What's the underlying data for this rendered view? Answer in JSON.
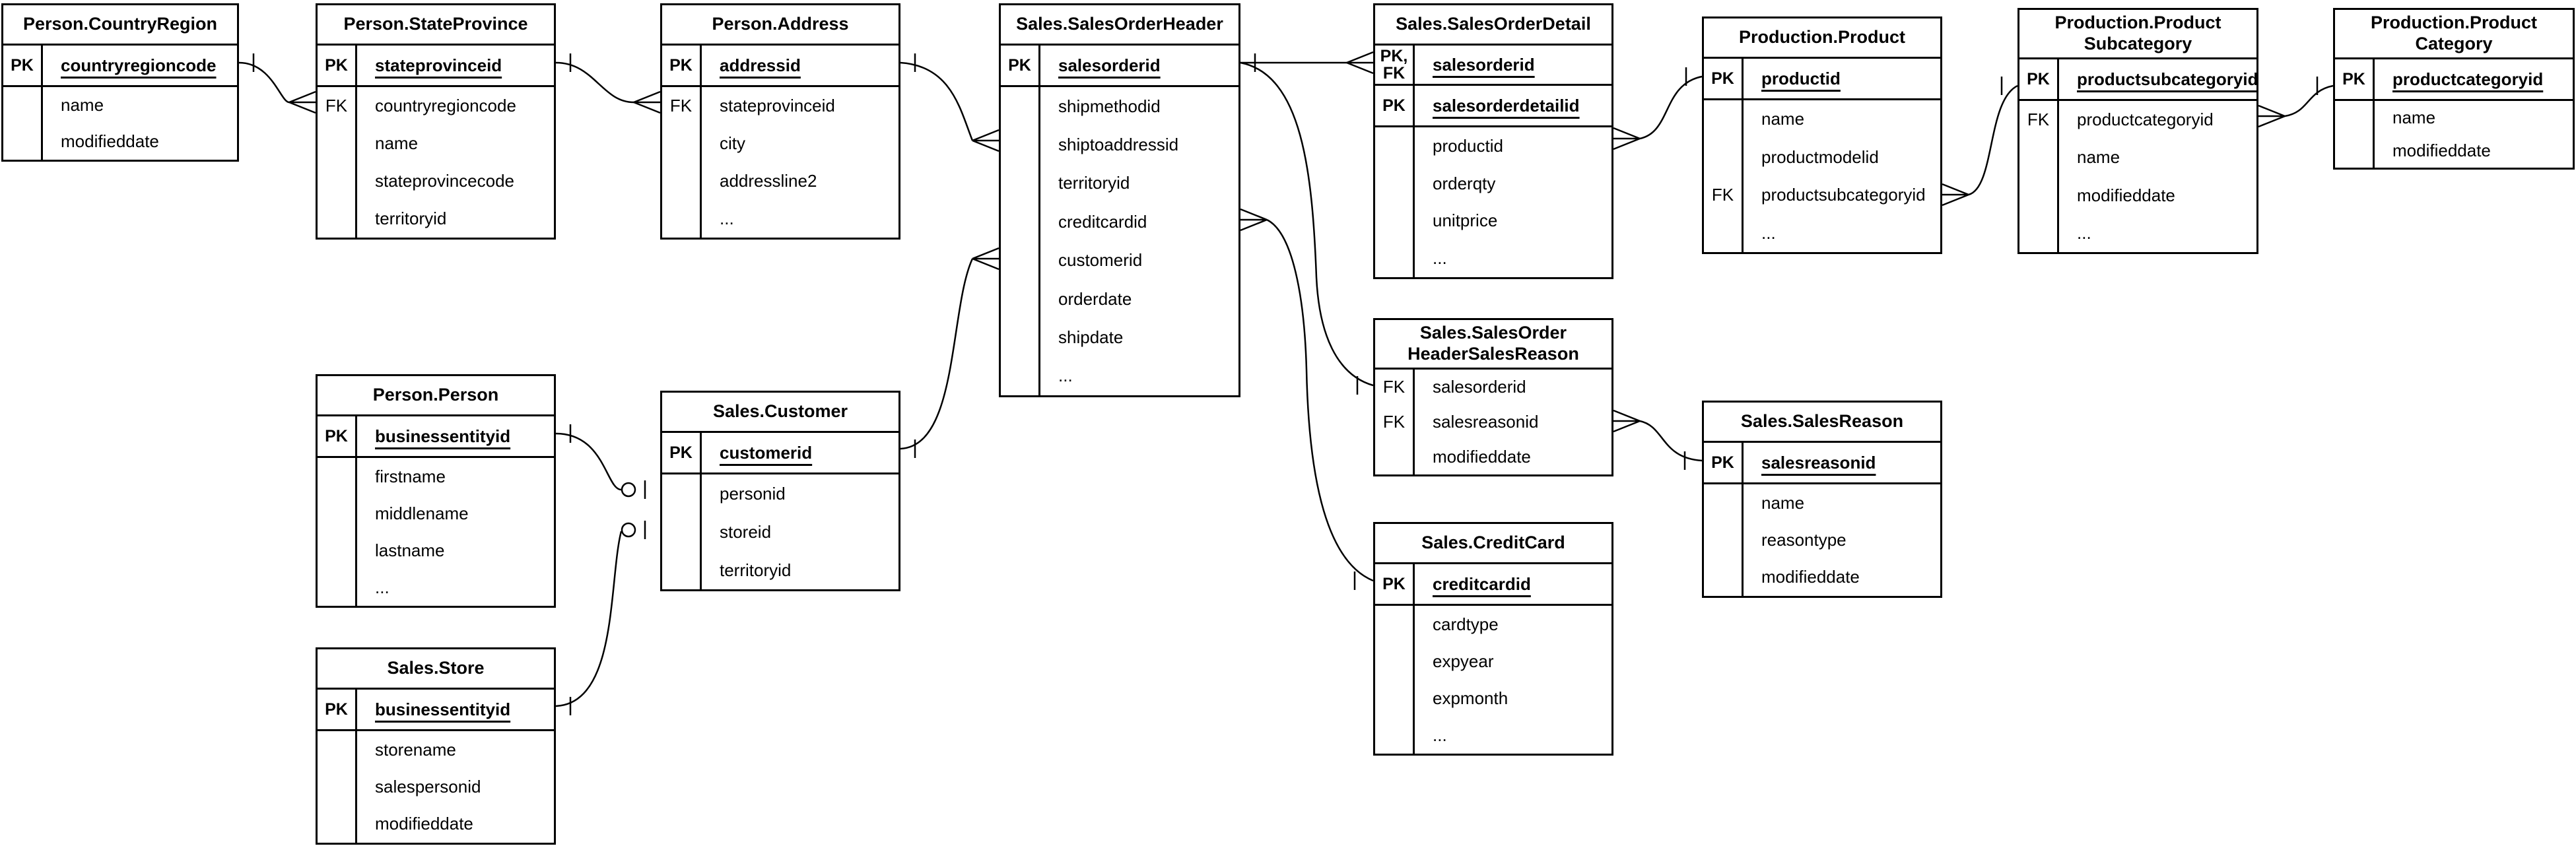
{
  "diagram": {
    "notation": "crow's foot ERD",
    "background_color": "#ffffff",
    "line_color": "#000000",
    "tables": [
      {
        "id": "countryregion",
        "title": "Person.CountryRegion",
        "key_rows": [
          {
            "key": "PK",
            "label": "countryregioncode"
          }
        ],
        "body_rows": [
          {
            "key": "",
            "label": "name"
          },
          {
            "key": "",
            "label": "modifieddate"
          }
        ]
      },
      {
        "id": "stateprovince",
        "title": "Person.StateProvince",
        "key_rows": [
          {
            "key": "PK",
            "label": "stateprovinceid"
          }
        ],
        "body_rows": [
          {
            "key": "FK",
            "label": "countryregioncode"
          },
          {
            "key": "",
            "label": "name"
          },
          {
            "key": "",
            "label": "stateprovincecode"
          },
          {
            "key": "",
            "label": "territoryid"
          }
        ]
      },
      {
        "id": "address",
        "title": "Person.Address",
        "key_rows": [
          {
            "key": "PK",
            "label": "addressid"
          }
        ],
        "body_rows": [
          {
            "key": "FK",
            "label": "stateprovinceid"
          },
          {
            "key": "",
            "label": "city"
          },
          {
            "key": "",
            "label": "addressline2"
          },
          {
            "key": "",
            "label": "..."
          }
        ]
      },
      {
        "id": "salesorderheader",
        "title": "Sales.SalesOrderHeader",
        "key_rows": [
          {
            "key": "PK",
            "label": "salesorderid"
          }
        ],
        "body_rows": [
          {
            "key": "",
            "label": "shipmethodid"
          },
          {
            "key": "",
            "label": "shiptoaddressid"
          },
          {
            "key": "",
            "label": "territoryid"
          },
          {
            "key": "",
            "label": "creditcardid"
          },
          {
            "key": "",
            "label": "customerid"
          },
          {
            "key": "",
            "label": "orderdate"
          },
          {
            "key": "",
            "label": "shipdate"
          },
          {
            "key": "",
            "label": "..."
          }
        ]
      },
      {
        "id": "salesorderdetail",
        "title": "Sales.SalesOrderDetail",
        "key_rows": [
          {
            "key": "PK,\nFK",
            "label": "salesorderid"
          },
          {
            "key": "PK",
            "label": "salesorderdetailid"
          }
        ],
        "body_rows": [
          {
            "key": "",
            "label": "productid"
          },
          {
            "key": "",
            "label": "orderqty"
          },
          {
            "key": "",
            "label": "unitprice"
          },
          {
            "key": "",
            "label": "..."
          }
        ]
      },
      {
        "id": "product",
        "title": "Production.Product",
        "key_rows": [
          {
            "key": "PK",
            "label": "productid"
          }
        ],
        "body_rows": [
          {
            "key": "",
            "label": "name"
          },
          {
            "key": "",
            "label": "productmodelid"
          },
          {
            "key": "FK",
            "label": "productsubcategoryid"
          },
          {
            "key": "",
            "label": "..."
          }
        ]
      },
      {
        "id": "productsubcategory",
        "title": "Production.Product\nSubcategory",
        "key_rows": [
          {
            "key": "PK",
            "label": "productsubcategoryid"
          }
        ],
        "body_rows": [
          {
            "key": "FK",
            "label": "productcategoryid"
          },
          {
            "key": "",
            "label": "name"
          },
          {
            "key": "",
            "label": "modifieddate"
          },
          {
            "key": "",
            "label": "..."
          }
        ]
      },
      {
        "id": "productcategory",
        "title": "Production.Product\nCategory",
        "key_rows": [
          {
            "key": "PK",
            "label": "productcategoryid"
          }
        ],
        "body_rows": [
          {
            "key": "",
            "label": "name"
          },
          {
            "key": "",
            "label": "modifieddate"
          }
        ]
      },
      {
        "id": "person",
        "title": "Person.Person",
        "key_rows": [
          {
            "key": "PK",
            "label": "businessentityid"
          }
        ],
        "body_rows": [
          {
            "key": "",
            "label": "firstname"
          },
          {
            "key": "",
            "label": "middlename"
          },
          {
            "key": "",
            "label": "lastname"
          },
          {
            "key": "",
            "label": "..."
          }
        ]
      },
      {
        "id": "customer",
        "title": "Sales.Customer",
        "key_rows": [
          {
            "key": "PK",
            "label": "customerid"
          }
        ],
        "body_rows": [
          {
            "key": "",
            "label": "personid"
          },
          {
            "key": "",
            "label": "storeid"
          },
          {
            "key": "",
            "label": "territoryid"
          }
        ]
      },
      {
        "id": "store",
        "title": "Sales.Store",
        "key_rows": [
          {
            "key": "PK",
            "label": "businessentityid"
          }
        ],
        "body_rows": [
          {
            "key": "",
            "label": "storename"
          },
          {
            "key": "",
            "label": "salespersonid"
          },
          {
            "key": "",
            "label": "modifieddate"
          }
        ]
      },
      {
        "id": "salesorderheadersalesreason",
        "title": "Sales.SalesOrder\nHeaderSalesReason",
        "key_rows": [],
        "body_rows": [
          {
            "key": "FK",
            "label": "salesorderid"
          },
          {
            "key": "FK",
            "label": "salesreasonid"
          },
          {
            "key": "",
            "label": "modifieddate"
          }
        ]
      },
      {
        "id": "salesreason",
        "title": "Sales.SalesReason",
        "key_rows": [
          {
            "key": "PK",
            "label": "salesreasonid"
          }
        ],
        "body_rows": [
          {
            "key": "",
            "label": "name"
          },
          {
            "key": "",
            "label": "reasontype"
          },
          {
            "key": "",
            "label": "modifieddate"
          }
        ]
      },
      {
        "id": "creditcard",
        "title": "Sales.CreditCard",
        "key_rows": [
          {
            "key": "PK",
            "label": "creditcardid"
          }
        ],
        "body_rows": [
          {
            "key": "",
            "label": "cardtype"
          },
          {
            "key": "",
            "label": "expyear"
          },
          {
            "key": "",
            "label": "expmonth"
          },
          {
            "key": "",
            "label": "..."
          }
        ]
      }
    ],
    "relationships": [
      {
        "id": "countryregion-stateprovince",
        "from": {
          "table": "Person.CountryRegion",
          "column": "countryregioncode",
          "cardinality": "one"
        },
        "to": {
          "table": "Person.StateProvince",
          "column": "countryregioncode",
          "cardinality": "many"
        }
      },
      {
        "id": "stateprovince-address",
        "from": {
          "table": "Person.StateProvince",
          "column": "stateprovinceid",
          "cardinality": "one"
        },
        "to": {
          "table": "Person.Address",
          "column": "stateprovinceid",
          "cardinality": "many"
        }
      },
      {
        "id": "address-salesorderheader",
        "from": {
          "table": "Person.Address",
          "column": "addressid",
          "cardinality": "one"
        },
        "to": {
          "table": "Sales.SalesOrderHeader",
          "column": "shiptoaddressid",
          "cardinality": "many"
        }
      },
      {
        "id": "customer-salesorderheader",
        "from": {
          "table": "Sales.Customer",
          "column": "customerid",
          "cardinality": "one"
        },
        "to": {
          "table": "Sales.SalesOrderHeader",
          "column": "customerid",
          "cardinality": "many"
        }
      },
      {
        "id": "salesorderheader-salesorderdetail",
        "from": {
          "table": "Sales.SalesOrderHeader",
          "column": "salesorderid",
          "cardinality": "one"
        },
        "to": {
          "table": "Sales.SalesOrderDetail",
          "column": "salesorderid",
          "cardinality": "many"
        }
      },
      {
        "id": "salesorderheader-salesorderheadersalesreason",
        "from": {
          "table": "Sales.SalesOrderHeader",
          "column": "salesorderid",
          "cardinality": "one"
        },
        "to": {
          "table": "Sales.SalesOrderHeaderSalesReason",
          "column": "salesorderid",
          "cardinality": "one"
        }
      },
      {
        "id": "creditcard-salesorderheader",
        "from": {
          "table": "Sales.CreditCard",
          "column": "creditcardid",
          "cardinality": "one"
        },
        "to": {
          "table": "Sales.SalesOrderHeader",
          "column": "creditcardid",
          "cardinality": "many"
        }
      },
      {
        "id": "product-salesorderdetail",
        "from": {
          "table": "Production.Product",
          "column": "productid",
          "cardinality": "one"
        },
        "to": {
          "table": "Sales.SalesOrderDetail",
          "column": "productid",
          "cardinality": "many"
        }
      },
      {
        "id": "productsubcategory-product",
        "from": {
          "table": "Production.ProductSubcategory",
          "column": "productsubcategoryid",
          "cardinality": "one"
        },
        "to": {
          "table": "Production.Product",
          "column": "productsubcategoryid",
          "cardinality": "many"
        }
      },
      {
        "id": "productcategory-productsubcategory",
        "from": {
          "table": "Production.ProductCategory",
          "column": "productcategoryid",
          "cardinality": "one"
        },
        "to": {
          "table": "Production.ProductSubcategory",
          "column": "productcategoryid",
          "cardinality": "many"
        }
      },
      {
        "id": "person-customer",
        "from": {
          "table": "Person.Person",
          "column": "businessentityid",
          "cardinality": "one"
        },
        "to": {
          "table": "Sales.Customer",
          "column": "personid",
          "cardinality": "zero-or-one"
        }
      },
      {
        "id": "store-customer",
        "from": {
          "table": "Sales.Store",
          "column": "businessentityid",
          "cardinality": "one"
        },
        "to": {
          "table": "Sales.Customer",
          "column": "storeid",
          "cardinality": "zero-or-one"
        }
      },
      {
        "id": "salesreason-salesorderheadersalesreason",
        "from": {
          "table": "Sales.SalesReason",
          "column": "salesreasonid",
          "cardinality": "one"
        },
        "to": {
          "table": "Sales.SalesOrderHeaderSalesReason",
          "column": "salesreasonid",
          "cardinality": "many"
        }
      }
    ]
  }
}
